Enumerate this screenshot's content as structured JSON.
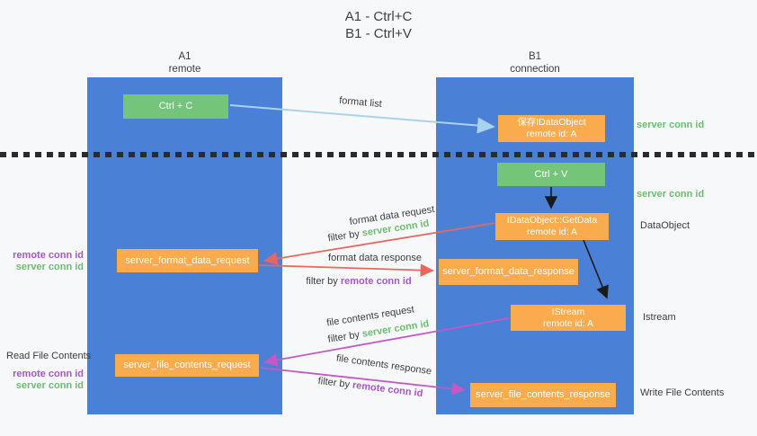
{
  "title": {
    "line1": "A1 - Ctrl+C",
    "line2": "B1 - Ctrl+V"
  },
  "columns": {
    "a1": {
      "name": "A1",
      "subtitle": "remote"
    },
    "b1": {
      "name": "B1",
      "subtitle": "connection"
    }
  },
  "boxes": {
    "ctrl_c": {
      "label": "Ctrl + C"
    },
    "save_dataobject": {
      "line1": "保存IDataObject",
      "line2": "remote id: A"
    },
    "ctrl_v": {
      "label": "Ctrl + V"
    },
    "getdata": {
      "line1": "IDataObject::GetData",
      "line2": "remote id: A"
    },
    "format_request": {
      "label": "server_format_data_request"
    },
    "format_response": {
      "label": "server_format_data_response"
    },
    "istream": {
      "line1": "IStream",
      "line2": "remote id: A"
    },
    "file_request": {
      "label": "server_file_contents_request"
    },
    "file_response": {
      "label": "server_file_contents_response"
    }
  },
  "labels": {
    "format_list": "format list",
    "format_data_request": "format data request",
    "format_data_response": "format data response",
    "file_contents_request": "file contents request",
    "file_contents_response": "file contents response",
    "filter_by": "filter by ",
    "server_conn_id": "server conn id",
    "remote_conn_id": "remote conn id",
    "dataobject": "DataObject",
    "istream": "Istream",
    "read_file_contents": "Read File Contents",
    "write_file_contents": "Write File Contents"
  },
  "colors": {
    "column_blue": "#4a80d6",
    "box_green": "#74c47a",
    "box_orange": "#f9ab4e",
    "arrow_light_blue": "#a9d2f0",
    "arrow_red": "#e8685e",
    "arrow_magenta": "#c558c5",
    "arrow_black": "#1a1a1a",
    "label_green": "#6abf6e",
    "label_purple": "#a855cc"
  }
}
